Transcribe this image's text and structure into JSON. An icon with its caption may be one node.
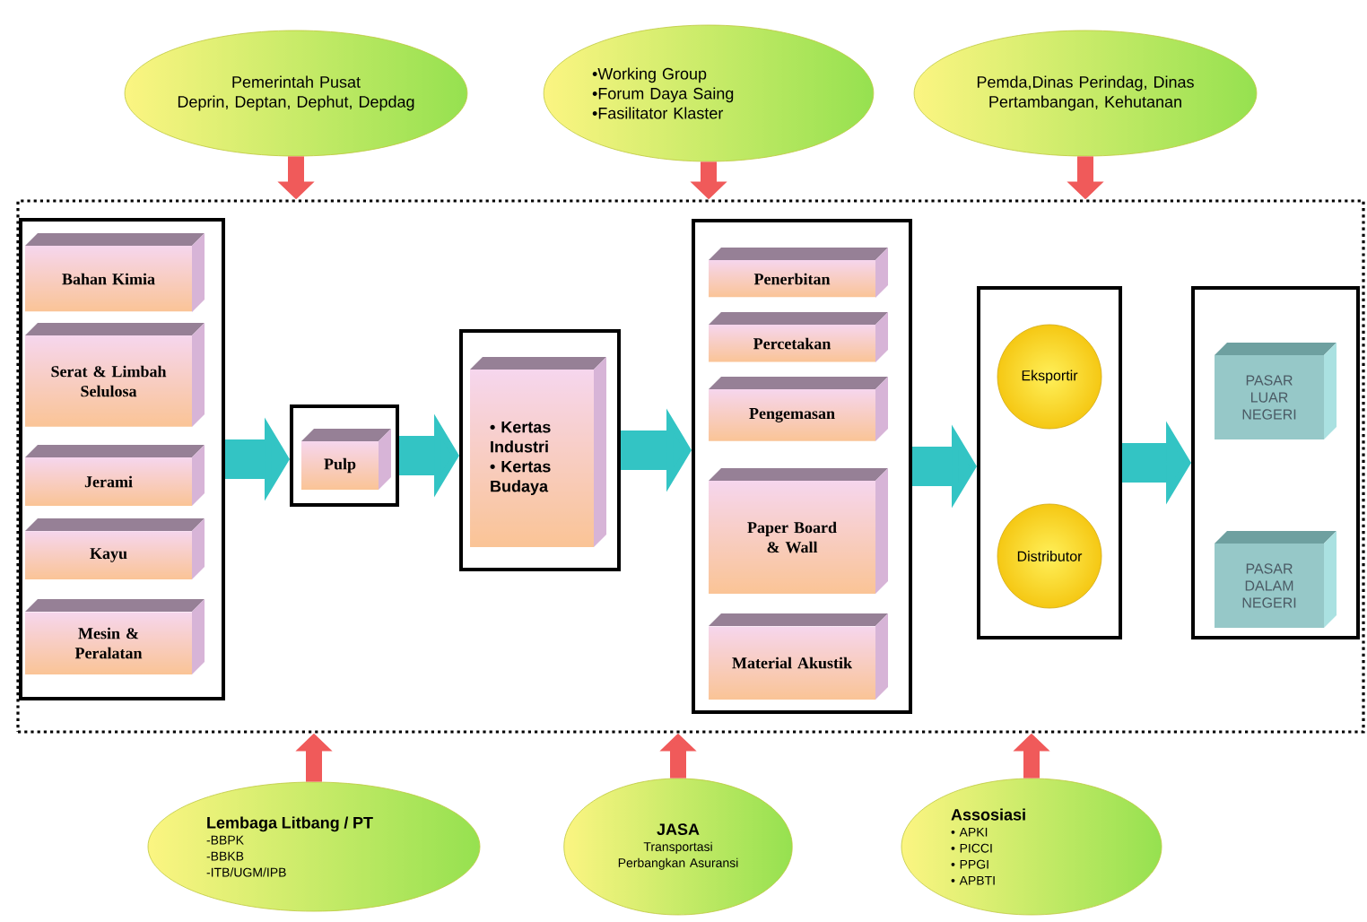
{
  "diagram": {
    "nodes": [
      {
        "text": [
          "Pemerintah Pusat",
          "Deprin, Deptan, Dephut, Depdag"
        ]
      },
      {
        "text": [
          "•Working Group",
          "•Forum Daya Saing",
          "•Fasilitator Klaster"
        ]
      },
      {
        "text": [
          "Pemda,Dinas Perindag, Dinas Pertambangan, Kehutanan"
        ]
      },
      {
        "text": [],
        "shape": "box"
      },
      {
        "text": [],
        "shape": "box",
        "in": 3
      },
      {
        "text": [
          "Bahan Kimia"
        ],
        "in": 4
      },
      {
        "text": [
          "Serat & Limbah Selulosa"
        ],
        "in": 4
      },
      {
        "text": [
          "Jerami"
        ],
        "in": 4
      },
      {
        "text": [
          "Kayu"
        ],
        "in": 4
      },
      {
        "text": [
          "Mesin & Peralatan"
        ],
        "in": 4
      },
      {
        "text": [],
        "shape": "box",
        "in": 3
      },
      {
        "text": [
          "Pulp"
        ],
        "in": 10
      },
      {
        "text": [],
        "shape": "box",
        "in": 3
      },
      {
        "text": [
          "• Kertas Industri",
          "• Kertas Budaya"
        ],
        "in": 12
      },
      {
        "text": [],
        "shape": "box",
        "in": 3
      },
      {
        "text": [
          "Penerbitan"
        ],
        "in": 14
      },
      {
        "text": [
          "Percetakan"
        ],
        "in": 14
      },
      {
        "text": [
          "Pengemasan"
        ],
        "in": 14
      },
      {
        "text": [
          "Paper Board & Wall"
        ],
        "in": 14
      },
      {
        "text": [
          "Material Akustik"
        ],
        "in": 14
      },
      {
        "text": [],
        "shape": "box",
        "in": 3
      },
      {
        "text": [
          "Eksportir"
        ],
        "in": 20
      },
      {
        "text": [
          "Distributor"
        ],
        "in": 20
      },
      {
        "text": [],
        "shape": "box",
        "in": 3
      },
      {
        "text": [
          "PASAR LUAR NEGERI"
        ],
        "in": 23
      },
      {
        "text": [
          "PASAR DALAM NEGERI"
        ],
        "in": 23
      },
      {
        "text": [
          "Lembaga Litbang / PT",
          "-BBPK",
          "-BBKB",
          "-ITB/UGM/IPB"
        ]
      },
      {
        "text": [
          "JASA",
          "Transportasi Perbangkan Asuransi"
        ]
      },
      {
        "text": [
          "Assosiasi",
          "• APKI",
          "• PICCI",
          "• PPGI",
          "• APBTI"
        ]
      }
    ],
    "edges": [
      {
        "from": 0,
        "to": 3,
        "arrow": "to",
        "color": "#f05a5a"
      },
      {
        "from": 1,
        "to": 3,
        "arrow": "to",
        "color": "#f05a5a"
      },
      {
        "from": 2,
        "to": 3,
        "arrow": "to",
        "color": "#f05a5a"
      },
      {
        "from": 4,
        "to": 10,
        "arrow": "to",
        "style": "thick",
        "color": "#33c4c4"
      },
      {
        "from": 10,
        "to": 12,
        "arrow": "to",
        "style": "thick",
        "color": "#33c4c4"
      },
      {
        "from": 12,
        "to": 14,
        "arrow": "to",
        "style": "thick",
        "color": "#33c4c4"
      },
      {
        "from": 14,
        "to": 20,
        "arrow": "to",
        "style": "thick",
        "color": "#33c4c4"
      },
      {
        "from": 20,
        "to": 23,
        "arrow": "to",
        "style": "thick",
        "color": "#33c4c4"
      },
      {
        "from": 26,
        "to": 3,
        "arrow": "to",
        "color": "#f05a5a"
      },
      {
        "from": 27,
        "to": 3,
        "arrow": "to",
        "color": "#f05a5a"
      },
      {
        "from": 28,
        "to": 3,
        "arrow": "to",
        "color": "#f05a5a"
      }
    ]
  }
}
